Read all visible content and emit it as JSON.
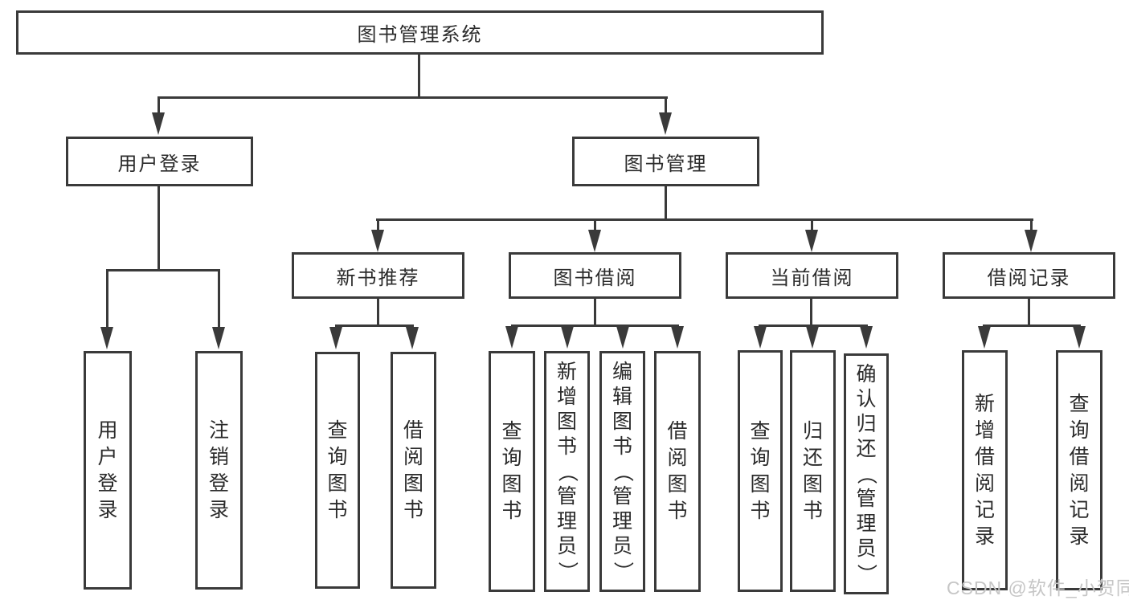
{
  "colors": {
    "line": "#3a3a3a",
    "text": "#2b2b2b",
    "background": "#ffffff",
    "watermark": "#c6c6c6"
  },
  "watermark": {
    "text": "CSDN @软件_小贺同学"
  },
  "nodes": {
    "root": {
      "label": "图书管理系统"
    },
    "user_login": {
      "label": "用户登录",
      "children": [
        "用户登录",
        "注销登录"
      ]
    },
    "book_mgmt": {
      "label": "图书管理"
    },
    "new_book_rec": {
      "label": "新书推荐",
      "children": [
        "查询图书",
        "借阅图书"
      ]
    },
    "book_borrow": {
      "label": "图书借阅",
      "children": [
        "查询图书",
        "新增图书（管理员）",
        "编辑图书（管理员）",
        "借阅图书"
      ]
    },
    "current_borrow": {
      "label": "当前借阅",
      "children": [
        "查询图书",
        "归还图书",
        "确认归还（管理员）"
      ]
    },
    "borrow_record": {
      "label": "借阅记录",
      "children": [
        "新增借阅记录",
        "查询借阅记录"
      ]
    }
  }
}
